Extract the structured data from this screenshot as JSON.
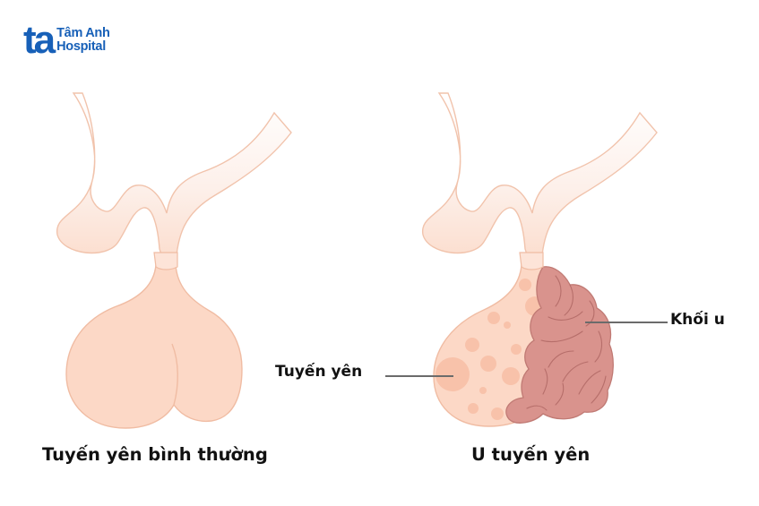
{
  "logo": {
    "mark": "ta",
    "line1": "Tâm Anh",
    "line2": "Hospital",
    "color": "#1760b8"
  },
  "figures": [
    {
      "id": "normal",
      "caption": "Tuyến yên bình thường"
    },
    {
      "id": "adenoma",
      "caption": "U tuyến yên",
      "callouts": [
        {
          "label": "Tuyến yên",
          "side": "left"
        },
        {
          "label": "Khối u",
          "side": "right"
        }
      ]
    }
  ],
  "colors": {
    "stalk_fill": "#fdeee6",
    "stalk_stroke": "#f1c3ac",
    "gland_fill": "#fcd8c6",
    "gland_stroke": "#f0bca3",
    "spot_fill": "#f8c2aa",
    "tumor_fill": "#d9938d",
    "tumor_stroke": "#b66e6a",
    "text": "#111111",
    "leader_line": "#6b6b6b"
  }
}
